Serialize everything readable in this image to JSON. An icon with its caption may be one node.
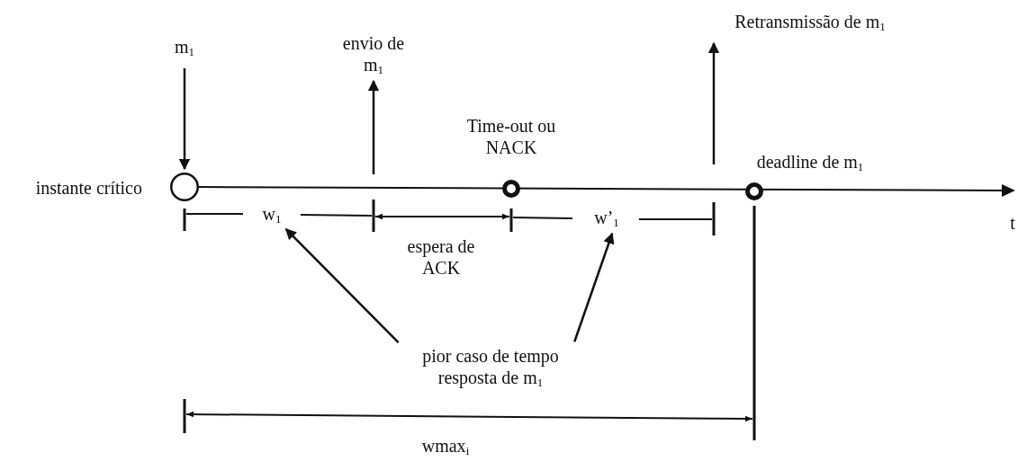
{
  "diagram": {
    "nodes": [
      {
        "text": [],
        "shape": "circle",
        "beside": [
          "instante crítico"
        ]
      },
      {
        "text": [
          "m$_{1}$"
        ]
      },
      {
        "text": [
          "envio de m$_{1}$"
        ]
      },
      {
        "text": [],
        "shape": "circle",
        "beside": [
          "Time-out ou NACK"
        ]
      },
      {
        "text": [
          "Retransmissão de m$_{1}$"
        ]
      },
      {
        "text": [],
        "shape": "circle",
        "beside": [
          "deadline de m$_{1}$"
        ]
      },
      {
        "text": [
          "w$_{1}$"
        ]
      },
      {
        "text": [
          "w’$_{1}$"
        ]
      },
      {
        "text": [
          "pior caso de tempo resposta de m$_{1}$"
        ]
      }
    ],
    "edges": [
      {
        "from": 1,
        "to": 0,
        "arrow": "to"
      },
      {
        "from": null,
        "to": 2,
        "arrow": "to"
      },
      {
        "from": null,
        "to": 4,
        "arrow": "to"
      },
      {
        "from": 8,
        "to": 6,
        "arrow": "to"
      },
      {
        "from": 8,
        "to": 7,
        "arrow": "to"
      }
    ],
    "labels": [
      "t",
      "espera de ACK",
      "wmax$_{i}$"
    ]
  }
}
